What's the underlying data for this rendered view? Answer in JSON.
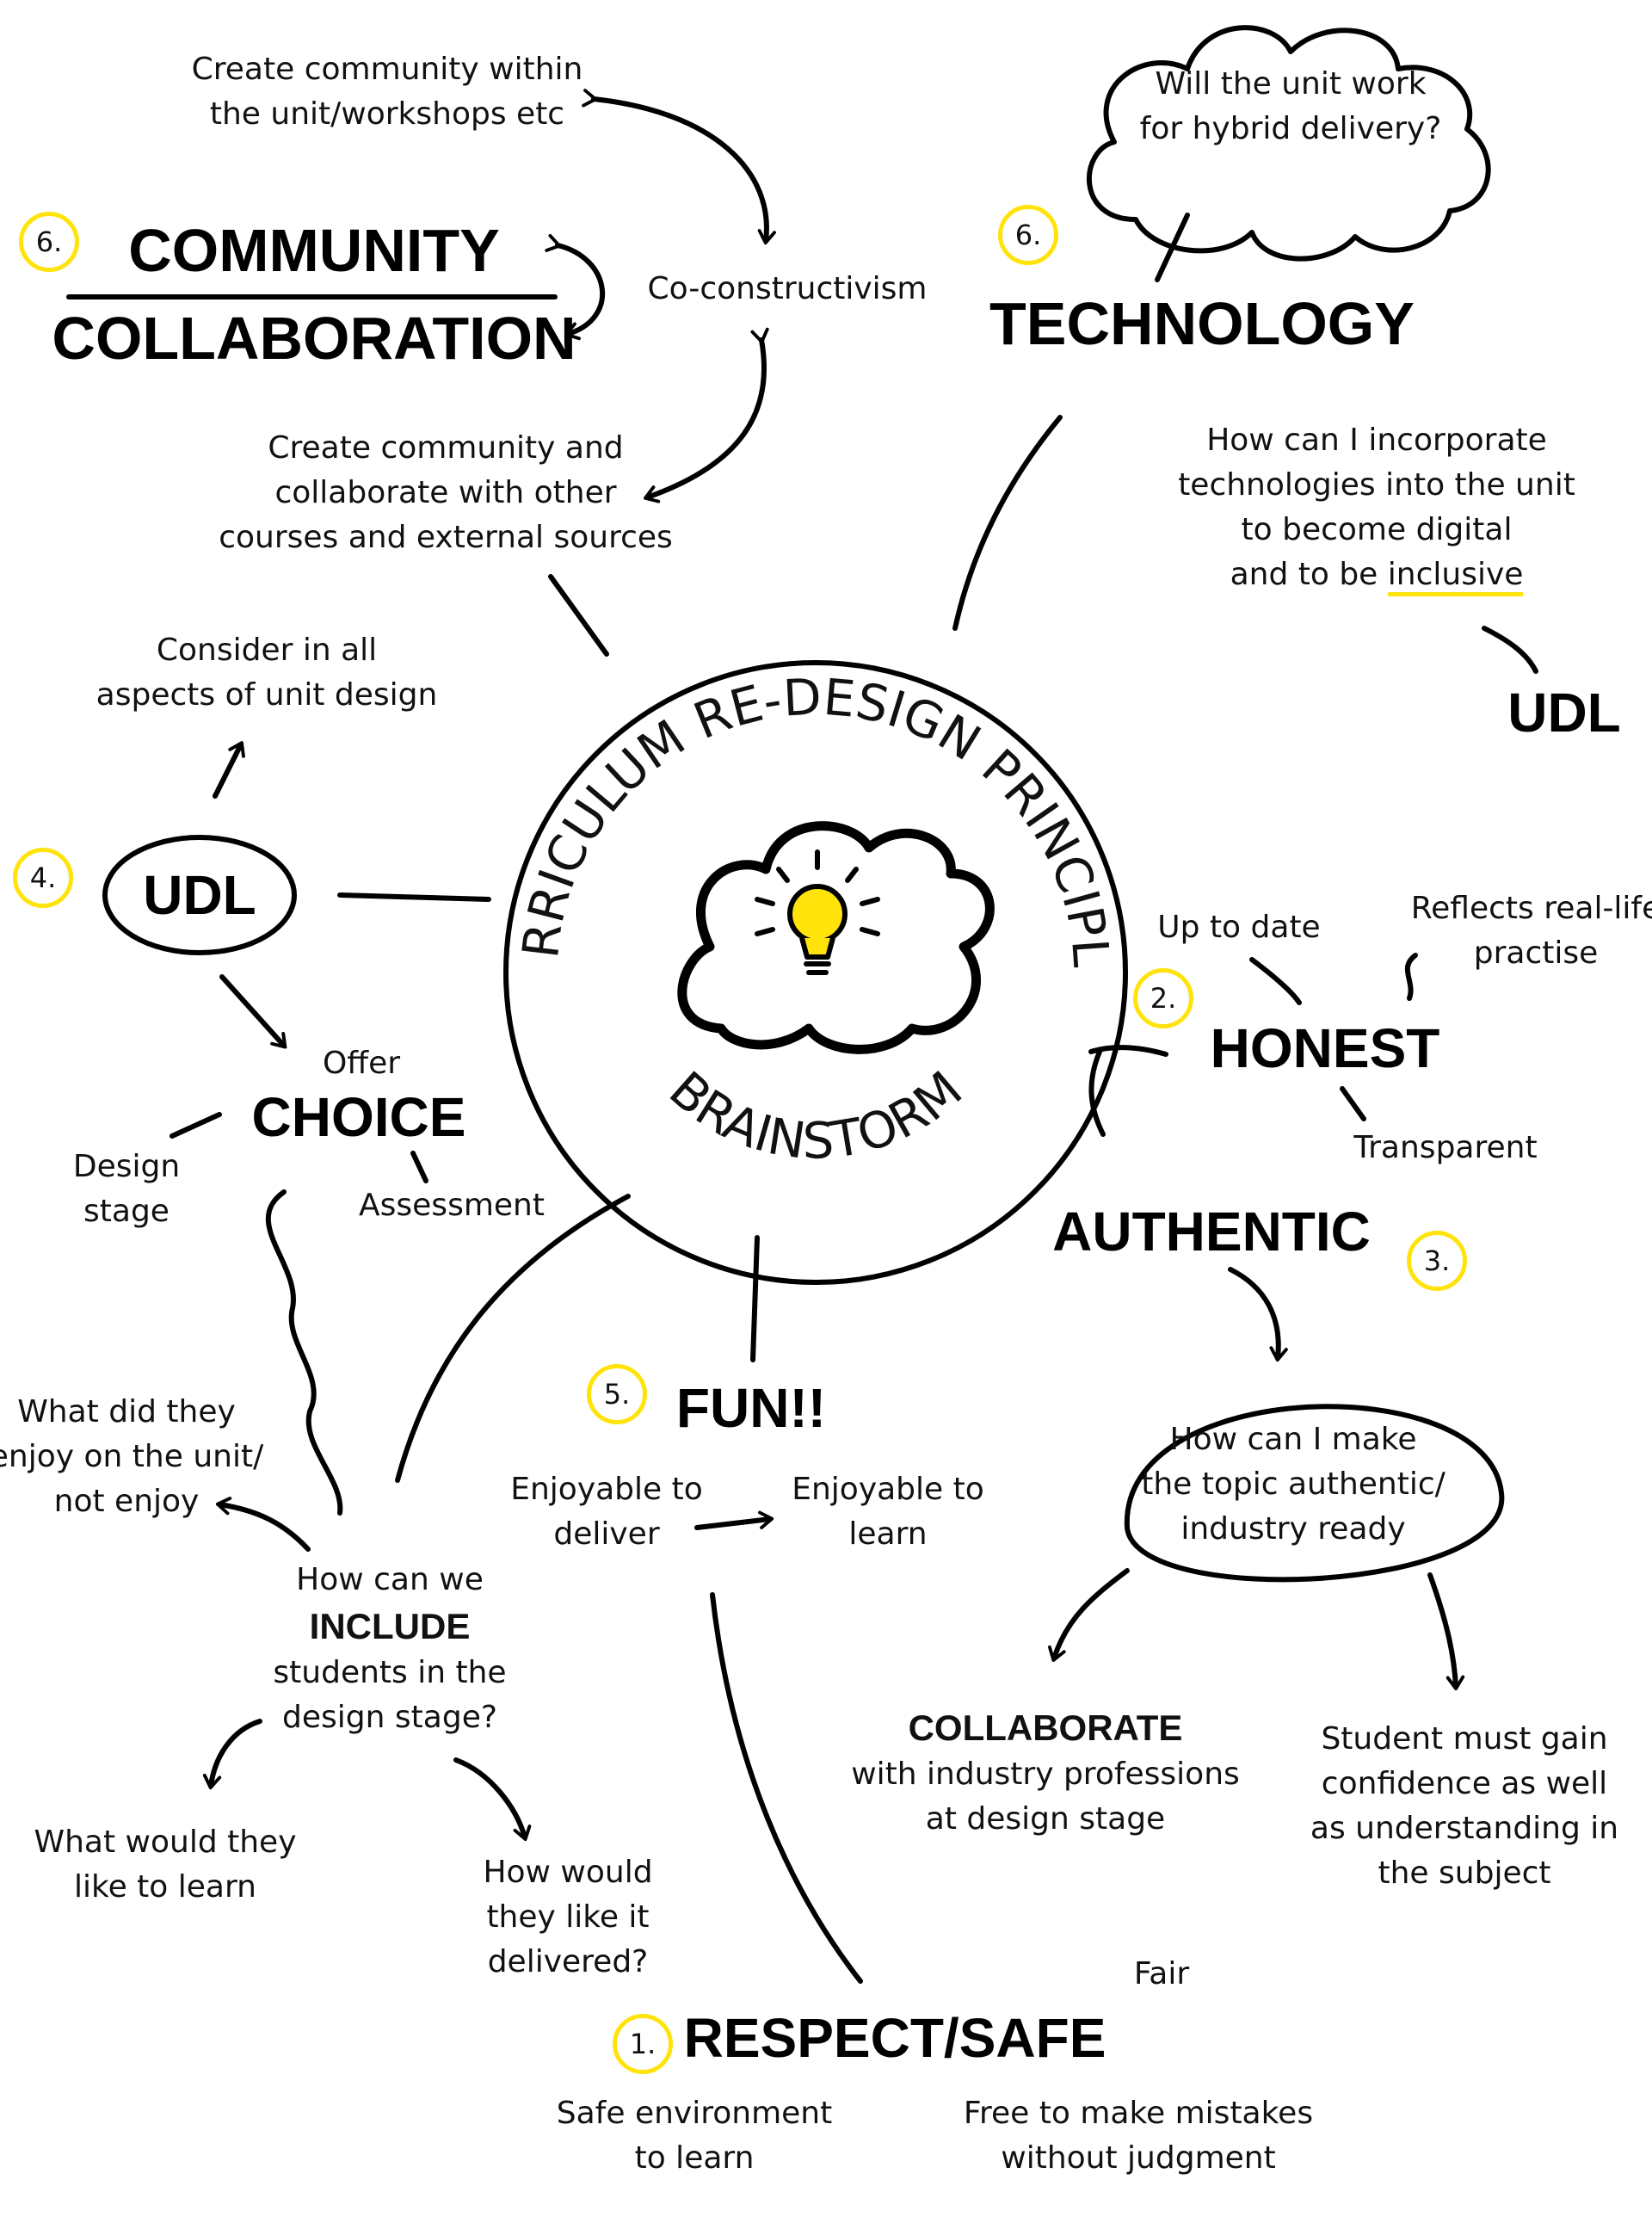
{
  "colors": {
    "accent": "#FFE30A",
    "ink": "#000000"
  },
  "center": {
    "arc_title": "CURRICULUM RE-DESIGN PRINCIPLES",
    "bottom_word": "BRAINSTORM",
    "icon": "lightbulb-cloud-icon"
  },
  "community": {
    "number": "6.",
    "heading_top": "COMMUNITY",
    "heading_bottom": "COLLABORATION",
    "note_top_1": "Create community within",
    "note_top_2": "the unit/workshops etc",
    "co": "Co-constructivism",
    "note_bottom_1": "Create community and",
    "note_bottom_2": "collaborate with other",
    "note_bottom_3": "courses and external sources"
  },
  "technology": {
    "number": "6.",
    "heading": "TECHNOLOGY",
    "cloud_1": "Will the unit work",
    "cloud_2": "for hybrid delivery?",
    "note_1": "How can I incorporate",
    "note_2": "technologies into the unit",
    "note_3": "to become digital",
    "note_4_prefix": "and to be ",
    "note_4_word": "inclusive",
    "udl": "UDL"
  },
  "udl": {
    "number": "4.",
    "label": "UDL",
    "consider_1": "Consider in all",
    "consider_2": "aspects of unit design",
    "offer": "Offer",
    "choice": "CHOICE",
    "design_1": "Design",
    "design_2": "stage",
    "assessment": "Assessment"
  },
  "include": {
    "q1": "How can we",
    "word": "INCLUDE",
    "q2": "students in the",
    "q3": "design stage?",
    "enjoy_1": "What did they",
    "enjoy_2": "enjoy on the unit/",
    "enjoy_3": "not enjoy",
    "learn_1": "What would they",
    "learn_2": "like to learn",
    "delivered_1": "How would",
    "delivered_2": "they like it",
    "delivered_3": "delivered?"
  },
  "fun": {
    "number": "5.",
    "heading": "FUN!!",
    "deliver_1": "Enjoyable to",
    "deliver_2": "deliver",
    "learn_1": "Enjoyable to",
    "learn_2": "learn"
  },
  "honest": {
    "number": "2.",
    "heading": "HONEST",
    "up_to_date": "Up to date",
    "reflects_1": "Reflects real-life",
    "reflects_2": "practise",
    "transparent": "Transparent"
  },
  "authentic": {
    "number": "3.",
    "heading": "AUTHENTIC",
    "bubble_1": "How can I make",
    "bubble_2": "the topic authentic/",
    "bubble_3": "industry ready",
    "collab_heading": "COLLABORATE",
    "collab_1": "with industry professions",
    "collab_2": "at design stage",
    "student_1": "Student must gain",
    "student_2": "confidence as well",
    "student_3": "as understanding in",
    "student_4": "the subject"
  },
  "respect": {
    "number": "1.",
    "heading": "RESPECT/SAFE",
    "fair": "Fair",
    "safe_1": "Safe environment",
    "safe_2": "to learn",
    "free_1": "Free to make mistakes",
    "free_2": "without judgment"
  }
}
